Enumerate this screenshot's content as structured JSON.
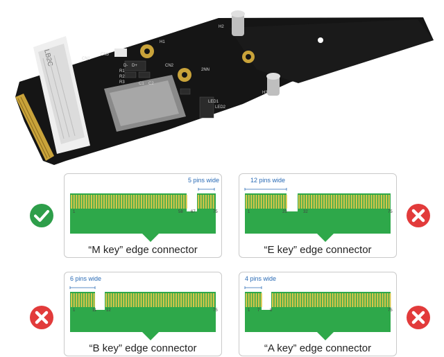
{
  "photo": {
    "pcb_labels": {
      "cn1": "CN1",
      "cn2": "CN2",
      "cn3": "CN3",
      "h1": "H1",
      "h2": "H2",
      "h3": "H3",
      "nn2": "2NN",
      "led1": "LED1",
      "led2": "LED2",
      "slot_mark": "LB2C",
      "r1": "R1",
      "r2": "R2",
      "r3": "R3",
      "c1": "C1",
      "c2": "C2",
      "d_minus": "D-",
      "d_plus": "D+"
    }
  },
  "cards": [
    {
      "key": "m",
      "caption": "“M key” edge connector",
      "pins_label": "5 pins wide",
      "pin_numbers": [
        "1",
        "58",
        "67",
        "75"
      ],
      "status": "check-icon",
      "status_color": "#2e9e4a"
    },
    {
      "key": "e",
      "caption": "“E key” edge connector",
      "pins_label": "12 pins wide",
      "pin_numbers": [
        "1",
        "23",
        "32",
        "75"
      ],
      "status": "cross-icon",
      "status_color": "#e23b3b"
    },
    {
      "key": "b",
      "caption": "“B key” edge connector",
      "pins_label": "6 pins wide",
      "pin_numbers": [
        "1",
        "11",
        "12",
        "75"
      ],
      "status": "cross-icon",
      "status_color": "#e23b3b"
    },
    {
      "key": "a",
      "caption": "“A key” edge connector",
      "pins_label": "4 pins wide",
      "pin_numbers": [
        "1",
        "7",
        "8",
        "75"
      ],
      "status": "cross-icon",
      "status_color": "#e23b3b"
    }
  ],
  "colors": {
    "pcb_green": "#2ea84a",
    "gold_pin": "#d8c64a",
    "label_blue": "#2a6bb5",
    "board_black": "#151515"
  }
}
